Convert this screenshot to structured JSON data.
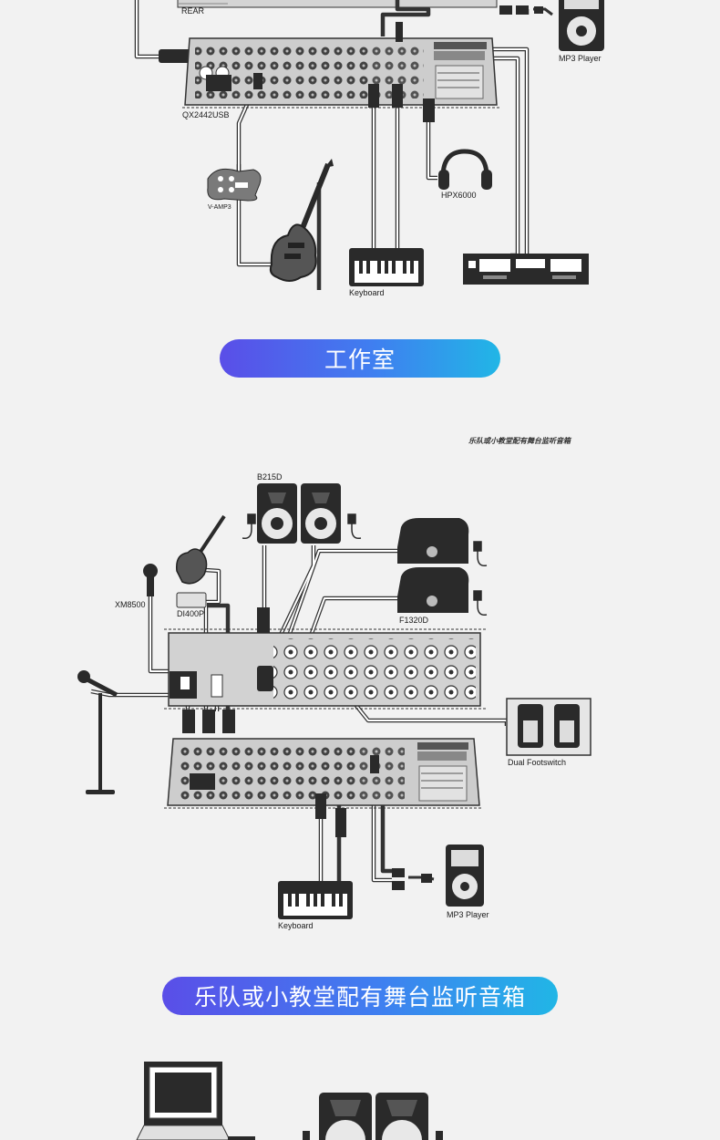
{
  "section_studio": {
    "labels": {
      "rear": "REAR",
      "mixer": "QX2442USB",
      "mp3": "MP3 Player",
      "vamp": "V-AMP3",
      "headphones": "HPX6000",
      "keyboard": "Keyboard"
    },
    "banner": "工作室"
  },
  "section_band": {
    "caption": "乐队或小教堂配有舞台监听音箱",
    "labels": {
      "speakers": "B215D",
      "mic": "XM8500",
      "di": "DI400P",
      "monitors": "F1320D",
      "footswitch": "Dual Footswitch",
      "keyboard": "Keyboard",
      "mp3": "MP3 Player"
    },
    "banner": "乐队或小教堂配有舞台监听音箱"
  },
  "colors": {
    "banner_start": "#5a4ee8",
    "banner_end": "#21b6e6",
    "background": "#f2f2f2",
    "mixer_body": "#c9c9c9",
    "device_dark": "#2a2a2a"
  }
}
